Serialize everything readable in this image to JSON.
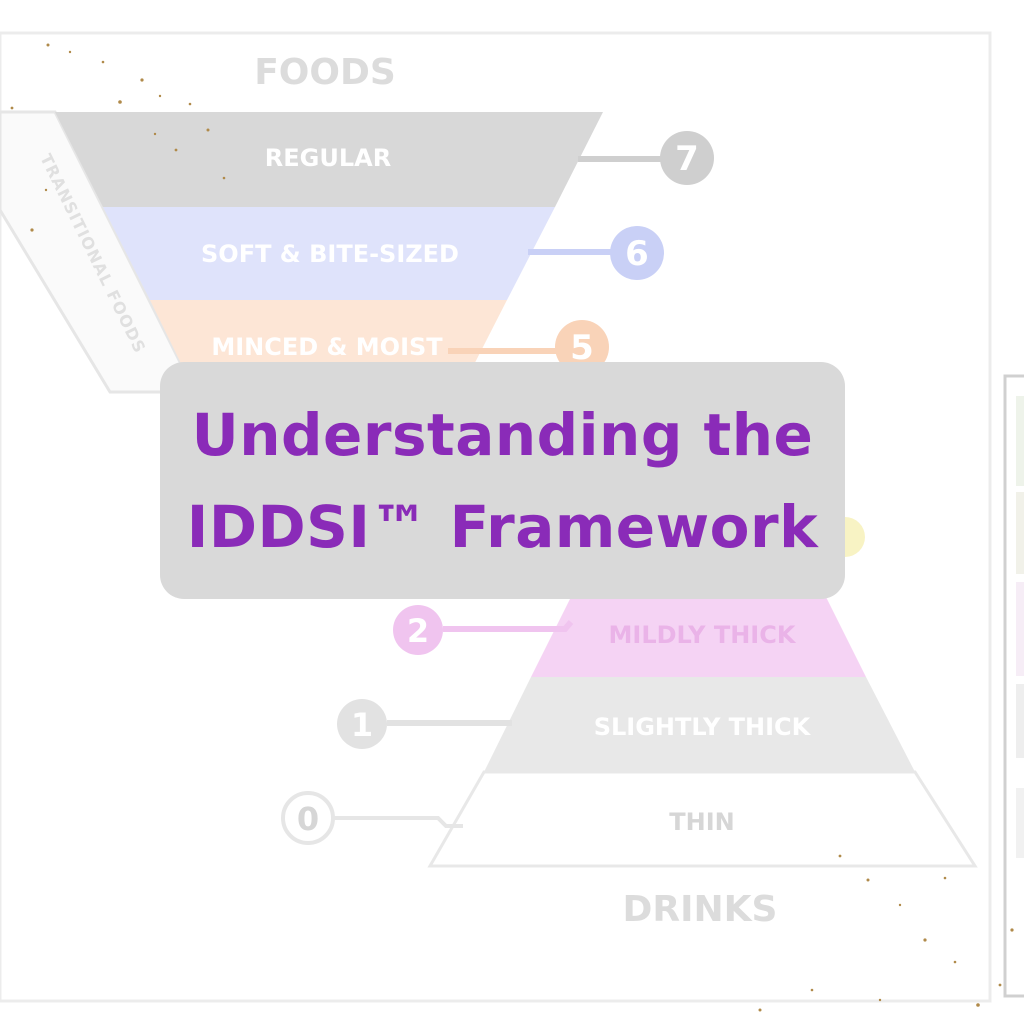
{
  "diagram": {
    "foods_heading": "FOODS",
    "drinks_heading": "DRINKS",
    "transitional_label": "TRANSITIONAL FOODS",
    "levels": [
      {
        "number": "7",
        "label": "REGULAR",
        "color": "#d8d8d8",
        "badge_color": "#cfcfcf"
      },
      {
        "number": "6",
        "label": "SOFT & BITE-SIZED",
        "color": "#dfe3fb",
        "badge_color": "#c9d0f6"
      },
      {
        "number": "5",
        "label": "MINCED & MOIST",
        "color": "#fde6d6",
        "badge_color": "#f9d3b8"
      },
      {
        "number": "2",
        "label": "MILDLY THICK",
        "color": "#f5d3f4",
        "badge_color": "#f0c4ef"
      },
      {
        "number": "1",
        "label": "SLIGHTLY THICK",
        "color": "#e8e8e8",
        "badge_color": "#e2e2e2"
      },
      {
        "number": "0",
        "label": "THIN",
        "color": "#ffffff",
        "badge_color": "#ffffff"
      }
    ]
  },
  "title": {
    "line1": "Understanding the",
    "line2": "IDDSI™ Framework",
    "color": "#8a2bb8"
  }
}
